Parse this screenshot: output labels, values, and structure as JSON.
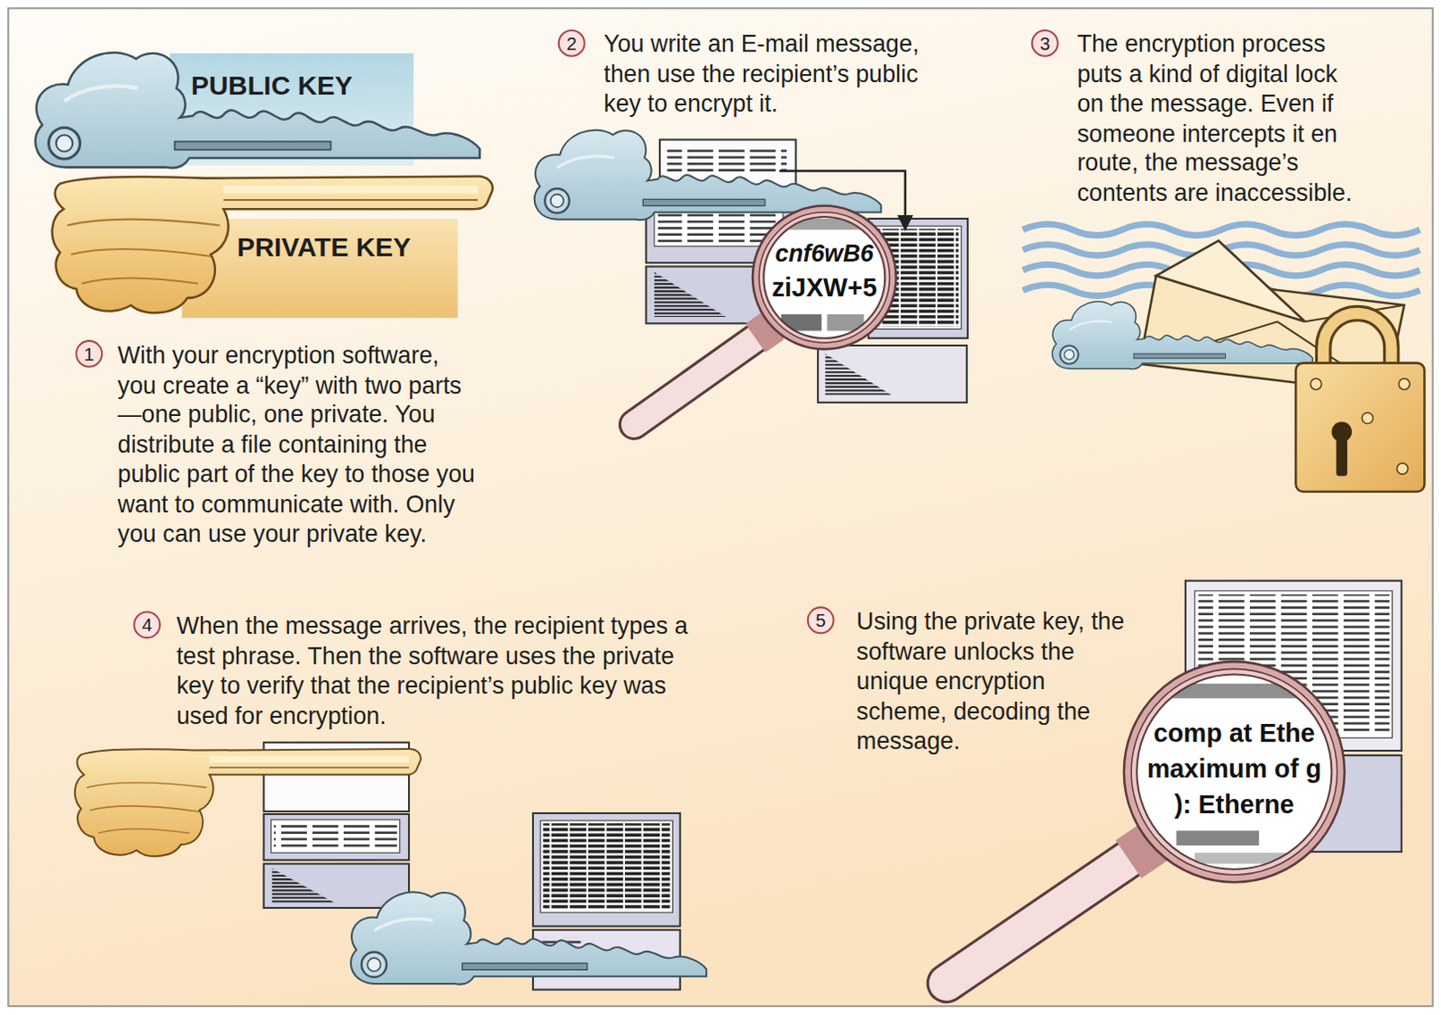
{
  "diagram": {
    "nodes": [
      {
        "text": [
          "PUBLIC KEY"
        ]
      },
      {
        "text": [
          "PRIVATE KEY"
        ]
      }
    ],
    "labels": [
      "1",
      "With your encryption software, you create a “key” with two parts—one public, one private. You distribute a file containing the public part of the key to those you want to communicate with. Only you can use your private key.",
      "2",
      "You write an E-mail message, then use the recipient’s public key to encrypt it.",
      "3",
      "The encryption process puts a kind of digital lock on the message. Even if someone intercepts it en route, the message’s contents are inaccessible.",
      "4",
      "When the message arrives, the recipient types a test phrase. Then the software uses the private key to verify that the recipient’s public key was used for encryption.",
      "5",
      "Using the private key, the software unlocks the unique encryption scheme, decoding the message.",
      "cnf6wB6",
      "ziJXW+5",
      "comp at Ethe",
      "maximum of g",
      "): Etherne"
    ]
  }
}
